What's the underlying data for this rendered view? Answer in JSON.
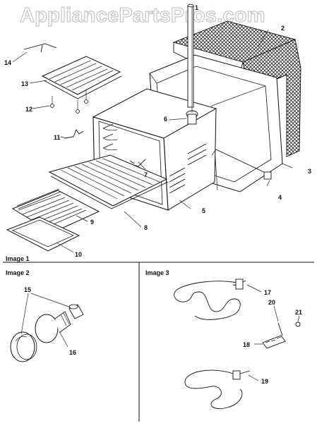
{
  "watermark": "AppliancePartsPros.com",
  "sections": {
    "image1": "Image 1",
    "image2": "Image 2",
    "image3": "Image 3"
  },
  "callouts": {
    "c1": "1",
    "c2": "2",
    "c3": "3",
    "c4": "4",
    "c5": "5",
    "c6": "6",
    "c7": "7",
    "c8": "8",
    "c9": "9",
    "c10": "10",
    "c11": "11",
    "c12": "12",
    "c13": "13",
    "c14": "14",
    "c15": "15",
    "c16": "16",
    "c17": "17",
    "c18": "18",
    "c19": "19",
    "c20": "20",
    "c21": "21"
  }
}
